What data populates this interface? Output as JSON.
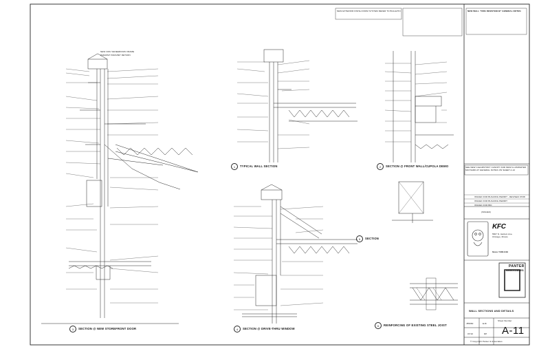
{
  "title_block": {
    "fire_notes_heading": "NEW WALL \"FIRE RESISTANCE\" GENERAL NOTES:",
    "revision_rows": [
      "ISSUED FOR BUILDING PERMIT - REVISED 07/08",
      "ISSUED FOR BUILDING PERMIT",
      "ISSUED FOR BID"
    ],
    "issued_label": "(ISSUED)",
    "brand_mark": "KFC",
    "address_lines": [
      "5827 N. Harlem Ave.",
      "Chicago, Illinois"
    ],
    "store_number": "Store Y300-049",
    "firm_name": [
      "PANTER",
      "ASSOCIATES"
    ],
    "sheet_title": "WALL SECTIONS AND DETAILS",
    "sheet_number_label": "Sheet Number",
    "sheet_number": "A-11",
    "job_no": "J55060",
    "drawn_by": "EJK",
    "date": "07/10",
    "checked": "DP",
    "copyright": "© Copyright Panter & Associates"
  },
  "details": [
    {
      "number": "1",
      "title": "TYPICAL WALL SECTION"
    },
    {
      "number": "2",
      "title": "SECTION @ FRONT WALL/CUPOLA DEMO"
    },
    {
      "number": "3",
      "title": "SECTION @ NEW STOREFRONT DOOR"
    },
    {
      "number": "4",
      "title": "SECTION @ DRIVE-THRU WINDOW"
    },
    {
      "number": "5",
      "title": "SECTION"
    },
    {
      "number": "6",
      "title": "REINFORCING OF EXISTING STEEL JOIST"
    }
  ],
  "callouts": {
    "parapet_a": "NEW CMU VENEER/CMU FRAME",
    "parapet_b": "PARAPET PARAPET RETURN",
    "canopy_note": "SEE NEW CLEARSTORY CANOPY AND NEW ILLUMINATED MAYNARD AT GENERAL NOTES ON SHEET A-12",
    "top_note": "NEW EXTERIOR FINISH FROM SYSTEM REFER TO BULLETIN"
  }
}
